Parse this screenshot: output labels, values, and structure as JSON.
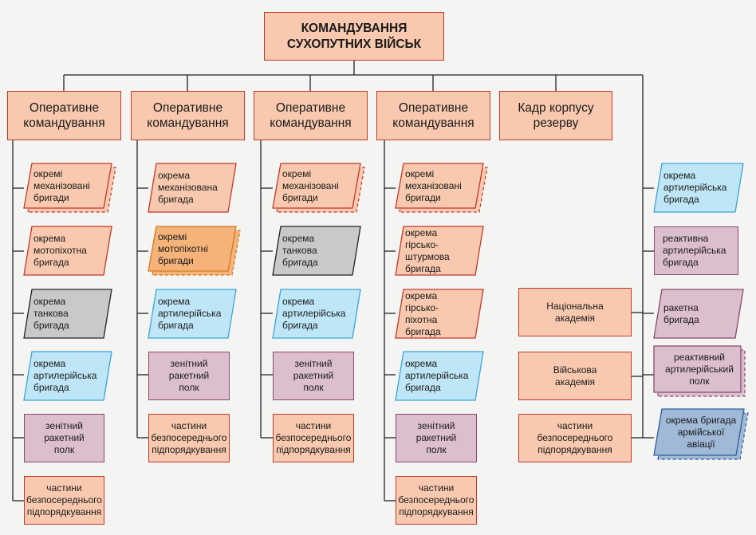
{
  "colors": {
    "salmon_fill": "#f8c9ae",
    "salmon_border": "#c0392b",
    "orange_fill": "#f5b37a",
    "orange_border": "#d07a20",
    "gray_fill": "#c9c9c9",
    "gray_border": "#222222",
    "blue_fill": "#bfe6f7",
    "blue_border": "#3aa6d6",
    "violet_fill": "#dcbfce",
    "violet_border": "#8a4a6a",
    "navy_fill": "#9fb9d6",
    "navy_border": "#2f5f99",
    "line": "#222222"
  },
  "top": {
    "label": "КОМАНДУВАННЯ\nСУХОПУТНИХ ВІЙСЬК"
  },
  "commands": [
    {
      "label": "Оперативне\nкомандування"
    },
    {
      "label": "Оперативне\nкомандування"
    },
    {
      "label": "Оперативне\nкомандування"
    },
    {
      "label": "Оперативне\nкомандування"
    },
    {
      "label": "Кадр корпусу\nрезерву"
    }
  ],
  "col1": [
    {
      "label": "окремі\nмеханізовані\nбригади"
    },
    {
      "label": "окрема\nмотопіхотна\nбригада"
    },
    {
      "label": "окрема танкова\nбригада"
    },
    {
      "label": "окрема\nартилерійська\nбригада"
    },
    {
      "label": "зенітний\nракетний\nполк"
    },
    {
      "label": "частини\nбезпосереднього\nпідпорядкування"
    }
  ],
  "col2": [
    {
      "label": "окрема\nмеханізована\nбригада"
    },
    {
      "label": "окремі\nмотопіхотні\nбригади"
    },
    {
      "label": "окрема\nартилерійська\nбригада"
    },
    {
      "label": "зенітний\nракетний\nполк"
    },
    {
      "label": "частини\nбезпосереднього\nпідпорядкування"
    }
  ],
  "col3": [
    {
      "label": "окремі\nмеханізовані\nбригади"
    },
    {
      "label": "окрема танкова\nбригада"
    },
    {
      "label": "окрема\nартилерійська\nбригада"
    },
    {
      "label": "зенітний\nракетний\nполк"
    },
    {
      "label": "частини\nбезпосереднього\nпідпорядкування"
    }
  ],
  "col4": [
    {
      "label": "окремі\nмеханізовані\nбригади"
    },
    {
      "label": "окрема гірсько-\nштурмова\nбригада"
    },
    {
      "label": "окрема гірсько-\nпіхотна\nбригада"
    },
    {
      "label": "окрема\nартилерійська\nбригада"
    },
    {
      "label": "зенітний\nракетний\nполк"
    },
    {
      "label": "частини\nбезпосереднього\nпідпорядкування"
    }
  ],
  "col5": [
    {
      "label": "Національна\nакадемія"
    },
    {
      "label": "Військова\nакадемія"
    },
    {
      "label": "частини\nбезпосереднього\nпідпорядкування"
    }
  ],
  "col6": [
    {
      "label": "окрема\nартилерійська\nбригада"
    },
    {
      "label": "реактивна\nартилерійська\nбригада"
    },
    {
      "label": "ракетна\nбригада"
    },
    {
      "label": "реактивний\nартилерійський\nполк"
    },
    {
      "label": "окрема бригада\nармійської\nавіації"
    }
  ]
}
